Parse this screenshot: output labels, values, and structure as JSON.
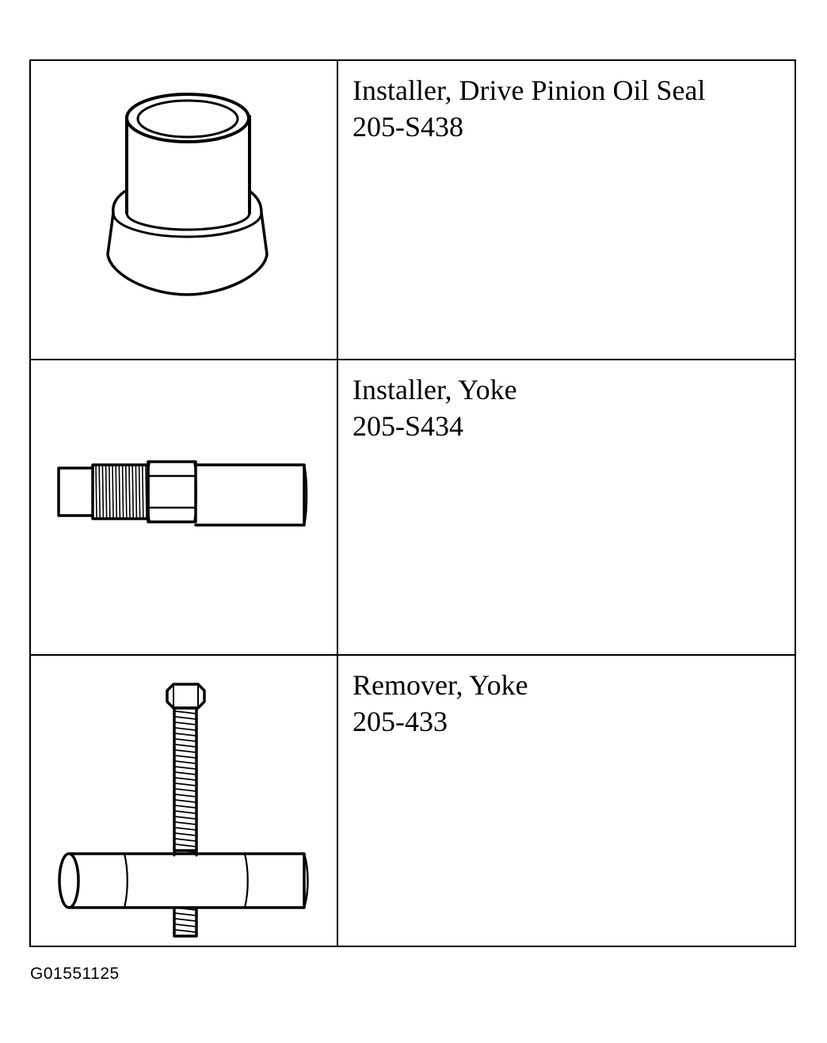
{
  "tools": [
    {
      "name": "Installer, Drive Pinion Oil Seal",
      "number": "205-S438",
      "illustration": "oil-seal-installer-icon"
    },
    {
      "name": "Installer, Yoke",
      "number": "205-S434",
      "illustration": "yoke-installer-icon"
    },
    {
      "name": "Remover, Yoke",
      "number": "205-433",
      "illustration": "yoke-remover-icon"
    }
  ],
  "figure_id": "G01551125"
}
